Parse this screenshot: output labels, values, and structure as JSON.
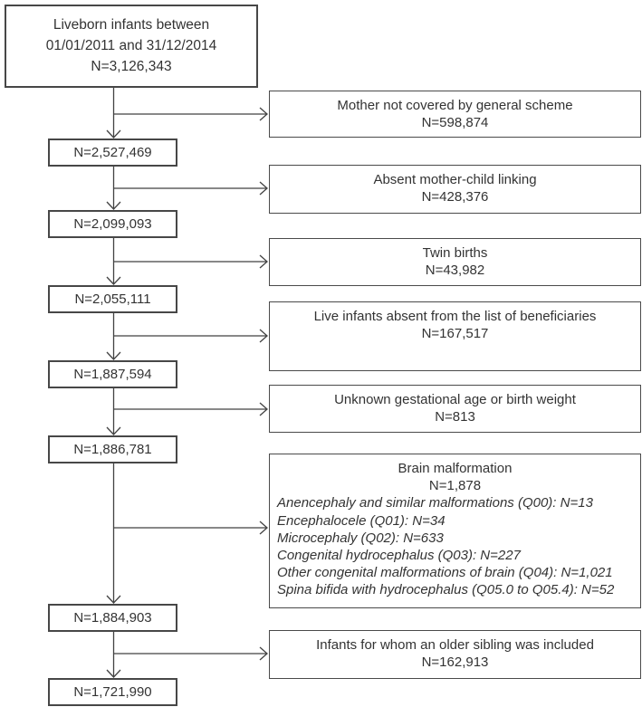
{
  "diagram": {
    "line_color": "#424242",
    "top_box": {
      "line1": "Liveborn infants between",
      "line2": "01/01/2011 and 31/12/2014",
      "line3": "N=3,126,343"
    },
    "count_boxes": [
      {
        "n": "N=2,527,469"
      },
      {
        "n": "N=2,099,093"
      },
      {
        "n": "N=2,055,111"
      },
      {
        "n": "N=1,887,594"
      },
      {
        "n": "N=1,886,781"
      },
      {
        "n": "N=1,884,903"
      },
      {
        "n": "N=1,721,990"
      }
    ],
    "exclusion_boxes": [
      {
        "label": "Mother not covered by general scheme",
        "n": "N=598,874"
      },
      {
        "label": "Absent mother-child linking",
        "n": "N=428,376"
      },
      {
        "label": "Twin births",
        "n": "N=43,982"
      },
      {
        "label": "Live infants absent from the list of beneficiaries",
        "n": "N=167,517"
      },
      {
        "label": "Unknown gestational age or birth weight",
        "n": "N=813"
      },
      {
        "label": "Brain malformation",
        "n": "N=1,878",
        "details": [
          "Anencephaly and similar malformations (Q00): N=13",
          "Encephalocele (Q01): N=34",
          "Microcephaly (Q02): N=633",
          "Congenital hydrocephalus (Q03): N=227",
          "Other congenital malformations of brain (Q04): N=1,021",
          "Spina bifida with hydrocephalus (Q05.0 to Q05.4): N=52"
        ]
      },
      {
        "label": "Infants for whom an older sibling was included",
        "n": "N=162,913"
      }
    ]
  }
}
